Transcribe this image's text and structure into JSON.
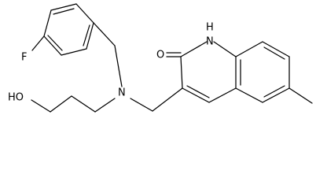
{
  "molecule": {
    "atoms": {
      "fluorine": "F",
      "nitrogen": "N",
      "hydroxyl": "HO",
      "oxygen": "O",
      "ring_nh": "H",
      "ring_n": "N"
    }
  }
}
